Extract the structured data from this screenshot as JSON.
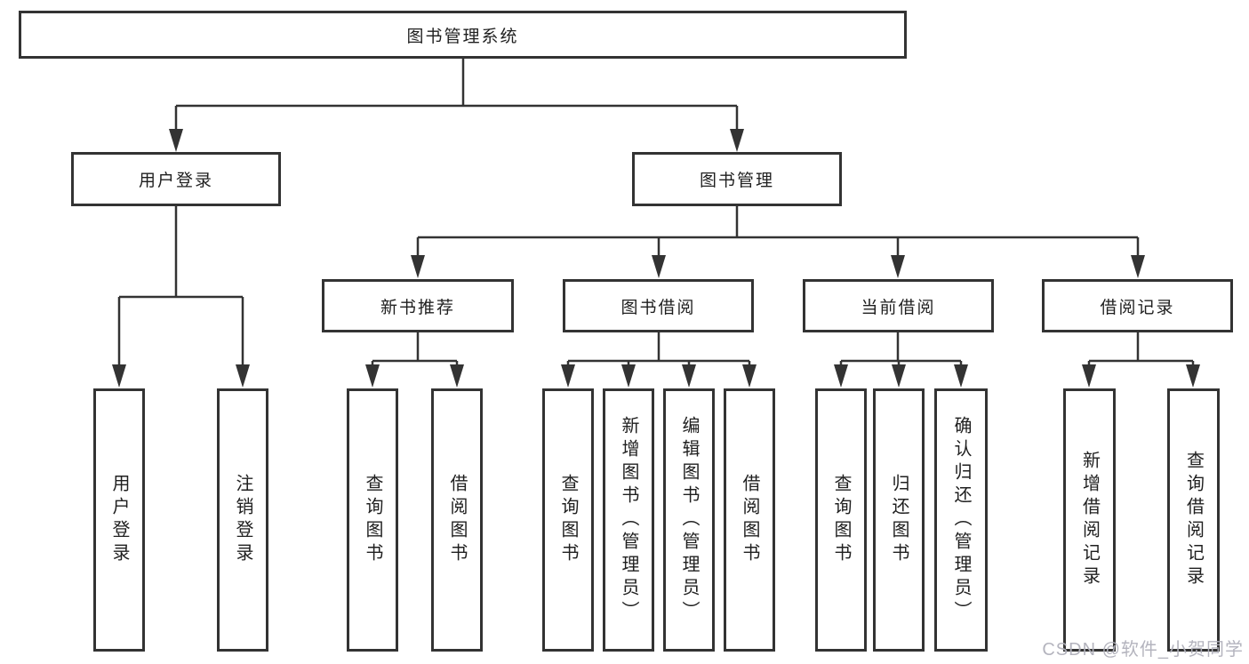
{
  "diagram": {
    "title": "图书管理系统",
    "watermark": "CSDN @软件_小贺同学",
    "colors": {
      "line": "#333333",
      "box_border": "#333333",
      "box_fill": "#ffffff",
      "text": "#1f1f1f",
      "watermark": "#b1b1bb"
    },
    "nodes": {
      "root": {
        "label": "图书管理系统"
      },
      "userLogin": {
        "label": "用户登录"
      },
      "bookMgmt": {
        "label": "图书管理"
      },
      "newBookRec": {
        "label": "新书推荐"
      },
      "bookBorrow": {
        "label": "图书借阅"
      },
      "currentBorrow": {
        "label": "当前借阅"
      },
      "borrowRecords": {
        "label": "借阅记录"
      },
      "ulLogin": {
        "label": "用户登录"
      },
      "ulLogout": {
        "label": "注销登录"
      },
      "nbQuery": {
        "label": "查询图书"
      },
      "nbBorrow": {
        "label": "借阅图书"
      },
      "bbQuery": {
        "label": "查询图书"
      },
      "bbAdd": {
        "label": "新增图书（管理员）"
      },
      "bbEdit": {
        "label": "编辑图书（管理员）"
      },
      "bbBorrow": {
        "label": "借阅图书"
      },
      "cbQuery": {
        "label": "查询图书"
      },
      "cbReturn": {
        "label": "归还图书"
      },
      "cbConfirm": {
        "label": "确认归还（管理员）"
      },
      "brAdd": {
        "label": "新增借阅记录"
      },
      "brQuery": {
        "label": "查询借阅记录"
      }
    },
    "hierarchy": {
      "图书管理系统": [
        "用户登录",
        "图书管理"
      ],
      "用户登录": [
        "用户登录",
        "注销登录"
      ],
      "图书管理": [
        "新书推荐",
        "图书借阅",
        "当前借阅",
        "借阅记录"
      ],
      "新书推荐": [
        "查询图书",
        "借阅图书"
      ],
      "图书借阅": [
        "查询图书",
        "新增图书（管理员）",
        "编辑图书（管理员）",
        "借阅图书"
      ],
      "当前借阅": [
        "查询图书",
        "归还图书",
        "确认归还（管理员）"
      ],
      "借阅记录": [
        "新增借阅记录",
        "查询借阅记录"
      ]
    }
  }
}
